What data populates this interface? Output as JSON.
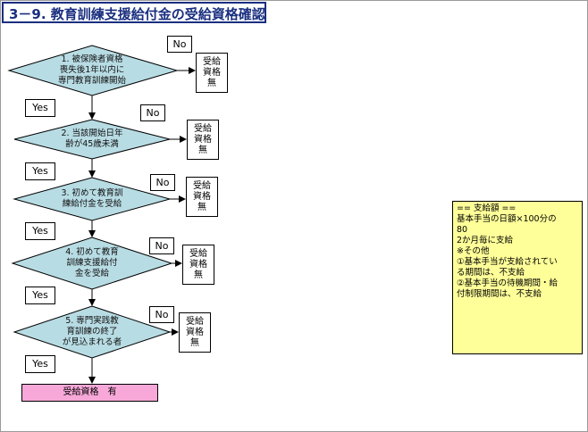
{
  "title": "3－9. 教育訓練支援給付金の受給資格確認",
  "yes_label": "Yes",
  "no_label": "No",
  "steps": [
    {
      "lines": [
        "1. 被保険者資格",
        "喪失後1年以内に",
        "専門教育訓練開始"
      ],
      "result": [
        "受給",
        "資格",
        "無"
      ]
    },
    {
      "lines": [
        "2. 当該開始日年",
        "齢が45歳未満"
      ],
      "result": [
        "受給",
        "資格",
        "無"
      ]
    },
    {
      "lines": [
        "3. 初めて教育訓",
        "練給付金を受給"
      ],
      "result": [
        "受給",
        "資格",
        "無"
      ]
    },
    {
      "lines": [
        "4. 初めて教育",
        "訓練支援給付",
        "金を受給"
      ],
      "result": [
        "受給",
        "資格",
        "無"
      ]
    },
    {
      "lines": [
        "5. 専門実践教",
        "育訓練の終了",
        "が見込まれる者"
      ],
      "result": [
        "受給",
        "資格",
        "無"
      ]
    }
  ],
  "final": "受給資格　有",
  "note": [
    "==  支給額  ==",
    "基本手当の日額×100分の",
    "80",
    "2か月毎に支給",
    "※その他",
    "①基本手当が支給されてい",
    "る期間は、不支給",
    "②基本手当の待機期間・給",
    "付制限期間は、不支給"
  ]
}
